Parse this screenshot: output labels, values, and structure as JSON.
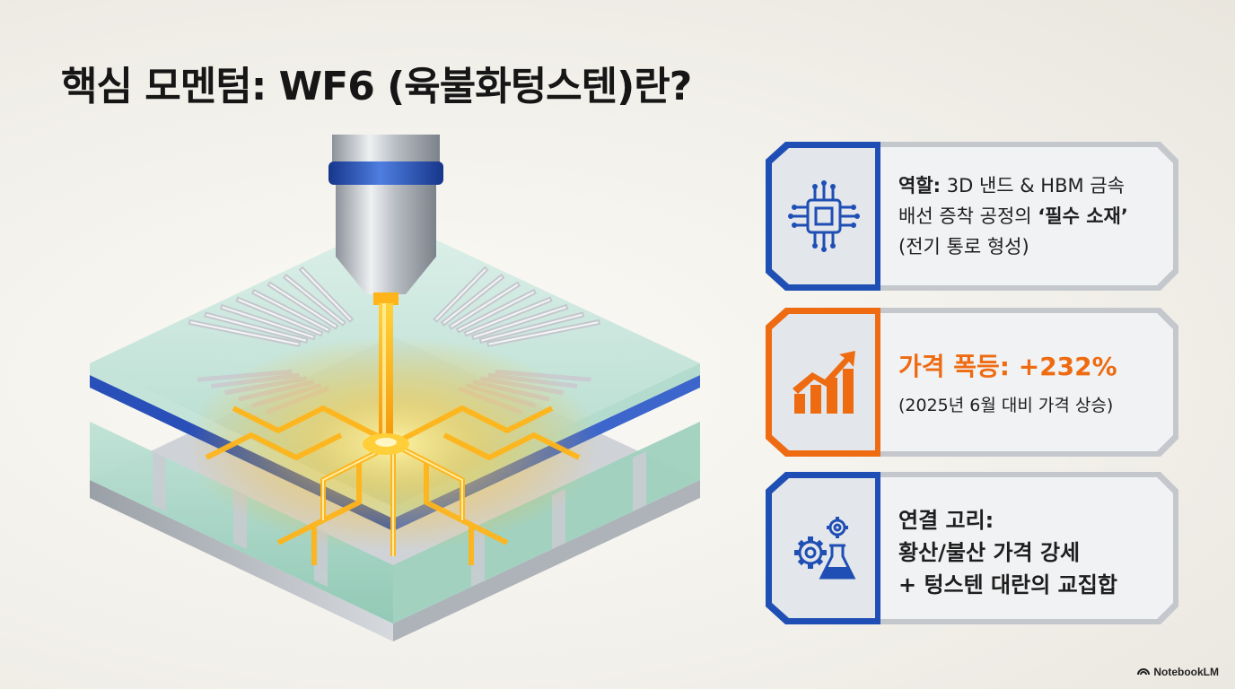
{
  "title": "핵심 모멘텀: WF6 (육불화텅스텐)란?",
  "colors": {
    "blue": "#1f4fb4",
    "orange": "#ee6b12",
    "gold": "#f5b20a",
    "steel": "#b9bec5"
  },
  "cards": [
    {
      "icon": "circuit-chip-icon",
      "label": "역할:",
      "line1": "3D 낸드 & HBM 금속",
      "line2_prefix": "배선 증착 공정의 ",
      "line2_bold": "‘필수 소재’",
      "line3": "(전기 통로 형성)"
    },
    {
      "icon": "bar-chart-up-icon",
      "headline": "가격 폭등: +232%",
      "sub": "(2025년 6월 대비 가격 상승)"
    },
    {
      "icon": "gears-flask-icon",
      "line1": "연결 고리:",
      "line2": "황산/불산 가격 강세",
      "line3": "+ 텅스텐 대란의 교집합"
    }
  ],
  "brand": "NotebookLM"
}
